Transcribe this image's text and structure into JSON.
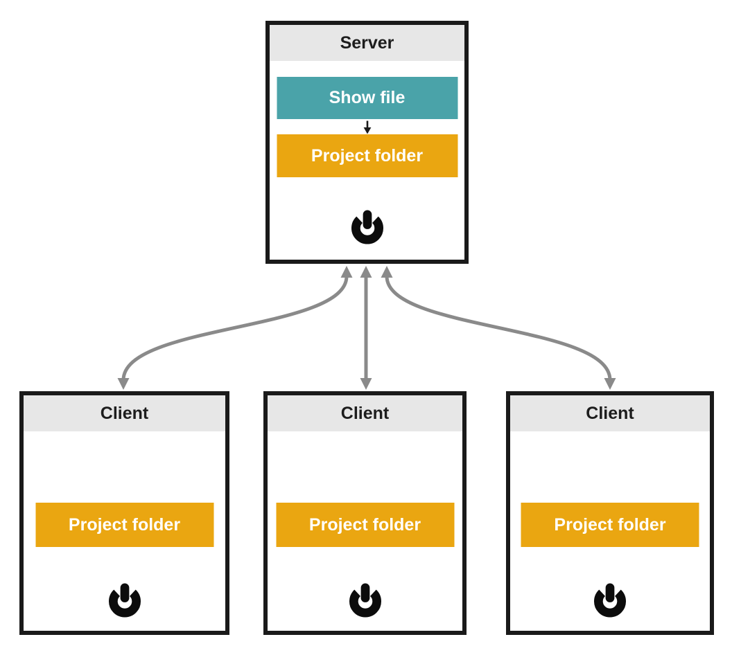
{
  "server": {
    "title": "Server",
    "show_file_label": "Show file",
    "project_folder_label": "Project folder",
    "power_icon": "power-icon"
  },
  "clients": [
    {
      "title": "Client",
      "project_folder_label": "Project folder",
      "power_icon": "power-icon"
    },
    {
      "title": "Client",
      "project_folder_label": "Project folder",
      "power_icon": "power-icon"
    },
    {
      "title": "Client",
      "project_folder_label": "Project folder",
      "power_icon": "power-icon"
    }
  ],
  "connections": [
    {
      "from": "server",
      "to": "client-1",
      "bidirectional": true,
      "shape": "s-curve-left"
    },
    {
      "from": "server",
      "to": "client-2",
      "bidirectional": true,
      "shape": "straight"
    },
    {
      "from": "server",
      "to": "client-3",
      "bidirectional": true,
      "shape": "s-curve-right"
    },
    {
      "from": "show-file",
      "to": "project-folder",
      "bidirectional": false,
      "shape": "short-down",
      "within": "server"
    }
  ],
  "colors": {
    "teal": "#4AA3A9",
    "orange": "#EAA611",
    "arrow_gray": "#8A8A8A",
    "border_black": "#1A1A1A",
    "header_gray": "#E7E7E7",
    "title_text": "#1D1D1D",
    "button_text": "#FFFFFF",
    "background": "#FFFFFF"
  }
}
